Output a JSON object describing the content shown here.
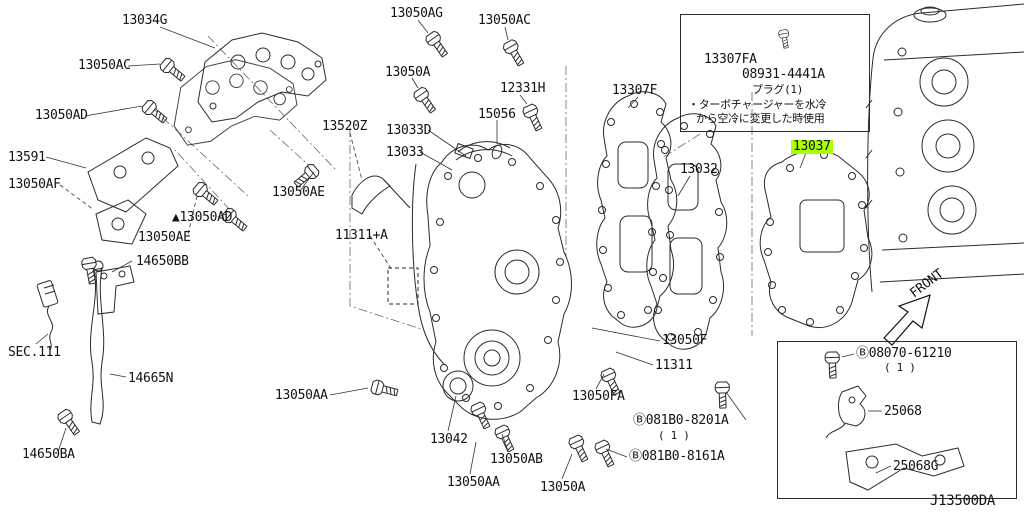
{
  "drawing_code": "J13500DA",
  "front_label": "FRONT",
  "highlight_color": "#aaff00",
  "labels": [
    "13034G",
    "13050AC",
    "13050AD",
    "13591",
    "13050AF",
    "13050AE",
    "▲13050AD",
    "13050AE",
    "14650BB",
    "SEC.111",
    "14665N",
    "14650BA",
    "13050AG",
    "13050A",
    "13050AC",
    "12331H",
    "13520Z",
    "13033D",
    "13033",
    "15056",
    "11311+A",
    "13307F",
    "13032",
    "13037",
    "13050F",
    "11311",
    "13050AA",
    "13050FA",
    "13042",
    "13050AB",
    "13050AA",
    "13050A",
    "Ⓑ081B0-8201A",
    "( 1 )",
    "Ⓑ081B0-8161A",
    "Ⓑ08070-61210",
    "( 1 )",
    "25068",
    "25068G"
  ],
  "note_box": {
    "lines": [
      "13307FA",
      "08931-4441A",
      "プラグ(1)",
      "・ターボチャージャーを水冷",
      "から空冷に変更した時使用"
    ]
  }
}
